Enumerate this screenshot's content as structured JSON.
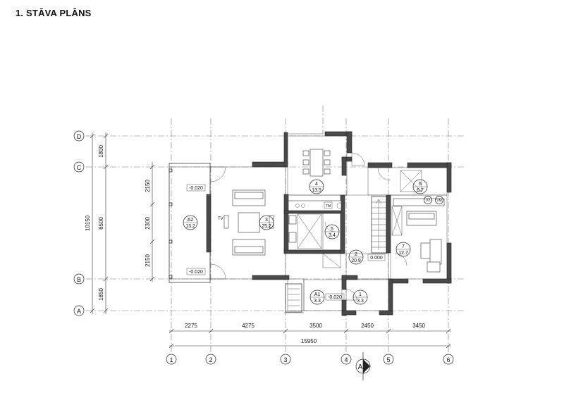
{
  "title": "1. STĀVA PLĀNS",
  "axes": {
    "columns": [
      "1",
      "2",
      "3",
      "4",
      "5",
      "6"
    ],
    "rows": [
      "D",
      "C",
      "B",
      "A"
    ]
  },
  "dimensions": {
    "horizontal": [
      "2275",
      "4275",
      "3500",
      "2450",
      "3450"
    ],
    "horizontal_total": "15950",
    "vertical_outer": [
      "1800",
      "1850"
    ],
    "vertical_total": "10150",
    "vertical_mid": "6500",
    "vertical_inner": [
      "2150",
      "2300",
      "2150"
    ]
  },
  "rooms": [
    {
      "id": "A2",
      "area": "13.2"
    },
    {
      "id": "3",
      "area": "25.2"
    },
    {
      "id": "4",
      "area": "13.5"
    },
    {
      "id": "5",
      "area": "3.4"
    },
    {
      "id": "6",
      "area": "6.7"
    },
    {
      "id": "7",
      "area": "12.7"
    },
    {
      "id": "2",
      "area": "20.9"
    },
    {
      "id": "A1",
      "area": "3.3"
    },
    {
      "id": "1",
      "area": "3.3"
    }
  ],
  "levels": [
    "-0.020",
    "-0.020",
    "0.000",
    "-0.020"
  ],
  "labels": {
    "tv": "TV",
    "tm": "TM",
    "v2": "V2",
    "vm": "VM"
  },
  "section_mark": "A"
}
